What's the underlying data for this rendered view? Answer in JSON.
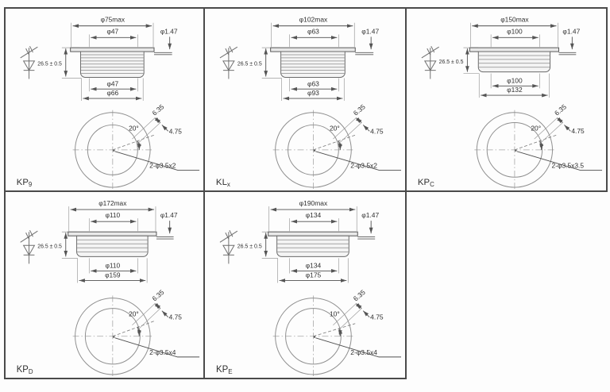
{
  "sheet": {
    "background": "#fdfdfd",
    "border_color": "#4a4a4a",
    "drawing_line_color": "#6a6a6a",
    "text_color": "#2f2f2f"
  },
  "panels": [
    {
      "name": "KP9",
      "label": "KP",
      "label_sub": "9",
      "dim_outer_max": "φ75max",
      "dim_top_face": "φ47",
      "dim_lead": "φ1.47",
      "dim_height": "26.5 ± 0.5",
      "dim_bottom_face": "φ47",
      "dim_base": "φ66",
      "hole_width": "6.35",
      "hole_angle": "20°",
      "hole_depth": "4.75",
      "hole_note": "2-φ3.5x2"
    },
    {
      "name": "KLx",
      "label": "KL",
      "label_sub": "x",
      "dim_outer_max": "φ102max",
      "dim_top_face": "φ63",
      "dim_lead": "φ1.47",
      "dim_height": "26.5 ± 0.5",
      "dim_bottom_face": "φ63",
      "dim_base": "φ93",
      "hole_width": "6.35",
      "hole_angle": "20°",
      "hole_depth": "4.75",
      "hole_note": "2-φ3.5x2"
    },
    {
      "name": "KPC",
      "label": "KP",
      "label_sub": "C",
      "dim_outer_max": "φ150max",
      "dim_top_face": "φ100",
      "dim_lead": "φ1.47",
      "dim_height": "26.5 ± 0.5",
      "dim_bottom_face": "φ100",
      "dim_base": "φ132",
      "hole_width": "6.35",
      "hole_angle": "20°",
      "hole_depth": "4.75",
      "hole_note": "2-φ3.5x3.5"
    },
    {
      "name": "KPD",
      "label": "KP",
      "label_sub": "D",
      "dim_outer_max": "φ172max",
      "dim_top_face": "φ110",
      "dim_lead": "φ1.47",
      "dim_height": "26.5 ± 0.5",
      "dim_bottom_face": "φ110",
      "dim_base": "φ159",
      "hole_width": "6.35",
      "hole_angle": "20°",
      "hole_depth": "4.75",
      "hole_note": "2-φ3.5x4"
    },
    {
      "name": "KPE",
      "label": "KP",
      "label_sub": "E",
      "dim_outer_max": "φ190max",
      "dim_top_face": "φ134",
      "dim_lead": "φ1.47",
      "dim_height": "26.5 ± 0.5",
      "dim_bottom_face": "φ134",
      "dim_base": "φ175",
      "hole_width": "6.35",
      "hole_angle": "10°",
      "hole_depth": "4.75",
      "hole_note": "2-φ3.5x4"
    }
  ]
}
